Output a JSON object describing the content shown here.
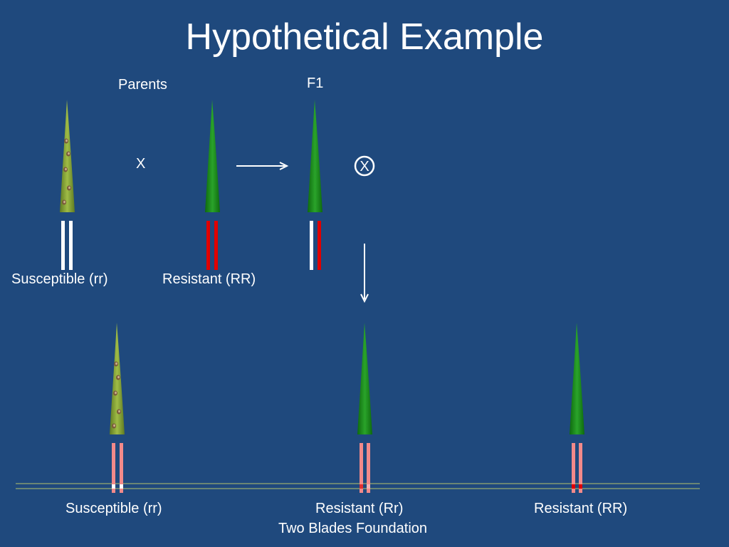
{
  "slide": {
    "title": "Hypothetical Example",
    "parents_label": "Parents",
    "f1_label": "F1",
    "cross_symbol": "X",
    "self_symbol": "X",
    "parent_susceptible_label": "Susceptible (rr)",
    "parent_resistant_label": "Resistant (RR)",
    "offspring": [
      {
        "label": "Susceptible (rr)"
      },
      {
        "label": "Resistant (Rr)"
      },
      {
        "label": "Resistant (RR)"
      }
    ],
    "credit": "Two Blades Foundation"
  },
  "colors": {
    "background": "#1f497d",
    "diseased_leaf": "#8aa83a",
    "healthy_leaf": "#1a8c1a",
    "resistance_allele": "#e00000",
    "susceptible_allele": "#ffffff",
    "offspring_chromosome": "#f28a8a",
    "marker_line": "#b5c46a"
  }
}
